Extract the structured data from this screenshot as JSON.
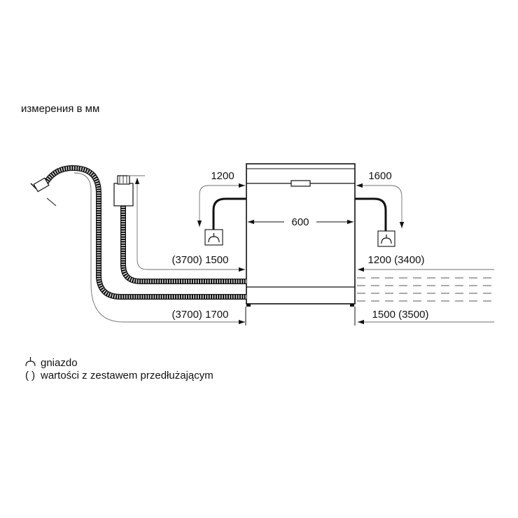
{
  "title": "измерения в мм",
  "dimensions": {
    "width": "600",
    "inlet_hose_left": "1200",
    "drain_hose_right": "1600",
    "drain_left": "(3700) 1500",
    "inlet_left": "(3700) 1700",
    "drain_right": "1200 (3400)",
    "inlet_right": "1500 (3500)"
  },
  "legend": {
    "socket_symbol": "⅄",
    "socket": "gniazdo",
    "extension_symbol": "( )",
    "extension": "wartości z zestawem przedłużającym"
  },
  "colors": {
    "line": "#111111",
    "dimension_line": "#6f6f6f",
    "background": "#ffffff"
  }
}
